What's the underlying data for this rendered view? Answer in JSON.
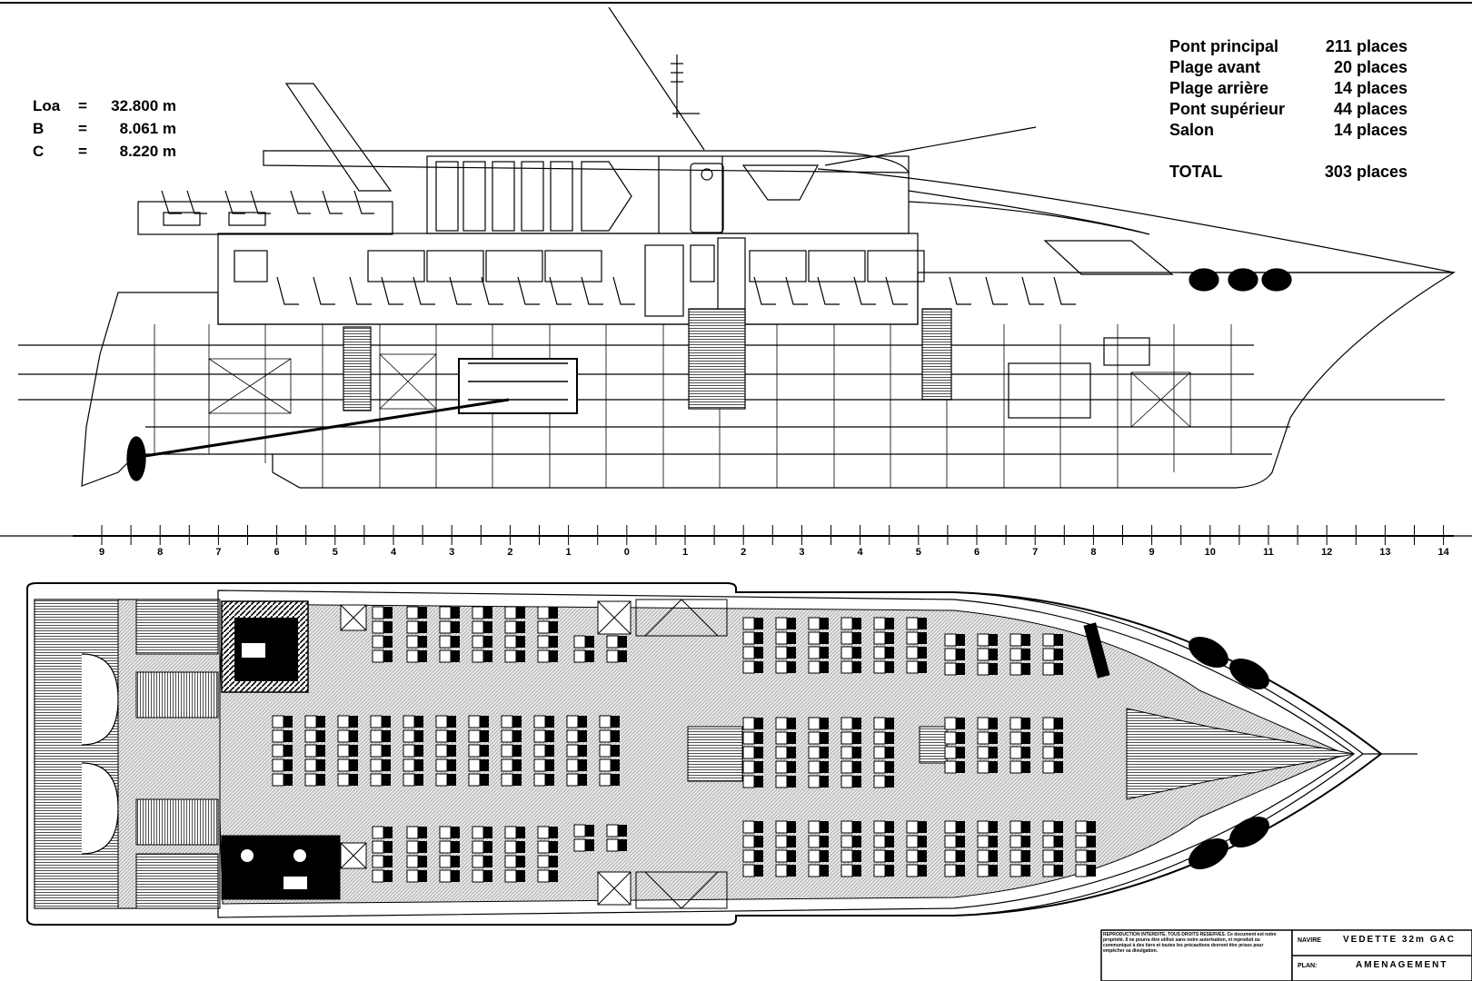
{
  "dimensions": [
    {
      "key": "Loa",
      "eq": "=",
      "value": "32.800 m"
    },
    {
      "key": "B",
      "eq": "=",
      "value": "8.061 m"
    },
    {
      "key": "C",
      "eq": "=",
      "value": "8.220 m"
    }
  ],
  "capacity": {
    "rows": [
      {
        "name": "Pont principal",
        "places": "211 places"
      },
      {
        "name": "Plage avant",
        "places": "20 places"
      },
      {
        "name": "Plage arrière",
        "places": "14 places"
      },
      {
        "name": "Pont supérieur",
        "places": "44 places"
      },
      {
        "name": "Salon",
        "places": "14 places"
      }
    ],
    "total_label": "TOTAL",
    "total_places": "303 places"
  },
  "scale_labels": [
    "9",
    "8",
    "7",
    "6",
    "5",
    "4",
    "3",
    "2",
    "1",
    "0",
    "1",
    "2",
    "3",
    "4",
    "5",
    "6",
    "7",
    "8",
    "9",
    "10",
    "11",
    "12",
    "13",
    "14"
  ],
  "title_block": {
    "notice": "REPRODUCTION INTERDITE, TOUS DROITS RESERVES. Ce document est notre propriété. Il ne pourra être utilisé sans notre autorisation, ni reproduit ou communiqué à des tiers et toutes les précautions devront être prises pour empêcher sa divulgation.",
    "navire_key": "NAVIRE",
    "navire_value": "VEDETTE 32m GAC",
    "plan_key": "PLAN:",
    "plan_value": "AMENAGEMENT"
  },
  "colors": {
    "ink": "#000000",
    "paper": "#ffffff",
    "hatch": "#555555"
  }
}
